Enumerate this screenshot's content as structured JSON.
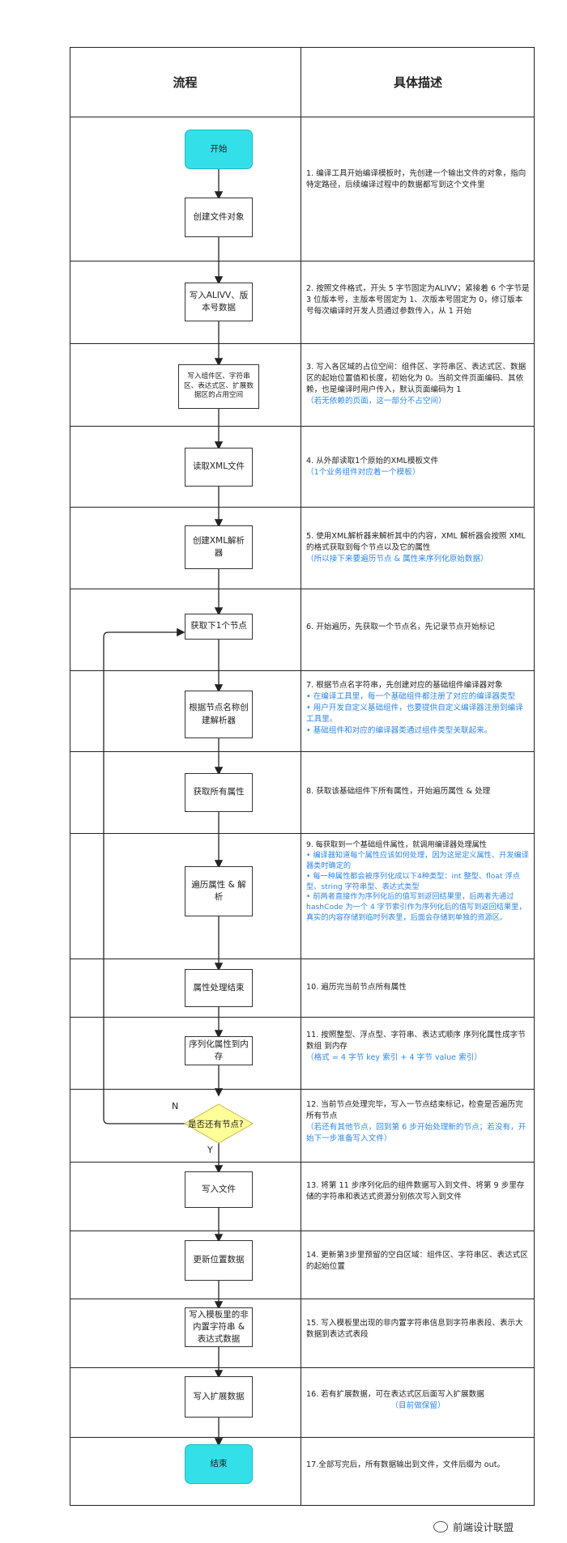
{
  "header": {
    "flow": "流程",
    "desc": "具体描述"
  },
  "nodes": {
    "start": "开始",
    "create_file": "创建文件对象",
    "write_version": "写入ALIVV、版本号数据",
    "write_placeholder": "写入组件区、字符串区、表达式区、扩展数据区的占用空间",
    "read_xml": "读取XML文件",
    "create_parser": "创建XML解析器",
    "get_next_node": "获取下1个节点",
    "create_compiler": "根据节点名称创建解析器",
    "get_attrs": "获取所有属性",
    "traverse_attrs": "遍历属性 & 解析",
    "attr_done": "属性处理结束",
    "serialize": "序列化属性到内存",
    "decision": "是否还有节点?",
    "write_file": "写入文件",
    "update_pos": "更新位置数据",
    "write_strings": "写入模板里的非内置字符串 & 表达式数据",
    "write_ext": "写入扩展数据",
    "end": "结束"
  },
  "labels": {
    "no": "N",
    "yes": "Y"
  },
  "steps": {
    "s1": {
      "text": "1. 编译工具开始编译模板时，先创建一个输出文件的对象，指向特定路径，后续编译过程中的数据都写到这个文件里"
    },
    "s2": {
      "text": "2. 按照文件格式，开头 5 字节固定为ALIVV；紧接着 6 个字节是 3 位版本号，主版本号固定为 1、次版本号固定为 0，修订版本号每次编译时开发人员通过参数传入，从 1 开始"
    },
    "s3": {
      "text": "3. 写入各区域的占位空间：组件区、字符串区、表达式区、数据区的起始位置值和长度，初始化为 0。当前文件页面编码、其依赖，也是编译时用户传入，默认页面编码为 1",
      "note": "（若无依赖的页面，这一部分不占空间）"
    },
    "s4": {
      "text": "4. 从外部读取1个原始的XML模板文件",
      "note": "（1个业务组件对应着一个模板）"
    },
    "s5": {
      "text": "5. 使用XML解析器来解析其中的内容，XML 解析器会按照 XML 的格式获取到每个节点以及它的属性",
      "note": "（所以接下来要遍历节点 & 属性来序列化原始数据）"
    },
    "s6": {
      "text": "6. 开始遍历，先获取一个节点名，先记录节点开始标记"
    },
    "s7": {
      "text": "7. 根据节点名字符串，先创建对应的基础组件编译器对象",
      "b1": "• 在编译工具里，每一个基础组件都注册了对应的编译器类型",
      "b2": "• 用户开发自定义基础组件，也要提供自定义编译器注册到编译工具里。",
      "b3": "• 基础组件和对应的编译器类通过组件类型关联起来。"
    },
    "s8": {
      "text": "8. 获取该基础组件下所有属性，开始遍历属性 & 处理"
    },
    "s9": {
      "text": "9. 每获取到一个基础组件属性，就调用编译器处理属性",
      "b1": "• 编译器知道每个属性应该如何处理，因为这是定义属性、开发编译器类时确定的",
      "b2": "• 每一种属性都会被序列化成以下4种类型：int 整型、float 浮点型、string 字符串型、表达式类型",
      "b3": "• 前两者直接作为序列化后的值写到返回结果里，后两者先通过 hashCode 为一个 4 字节索引作为序列化后的值写到返回结果里，真实的内容存储到临时列表里，后面会存储到单独的资源区。"
    },
    "s10": {
      "text": "10. 遍历完当前节点所有属性"
    },
    "s11": {
      "text": "11. 按照整型、浮点型、字符串、表达式顺序 序列化属性成字节数组 到内存",
      "note": "（格式 = 4 字节 key 索引 + 4 字节 value 索引）"
    },
    "s12": {
      "text": "12. 当前节点处理完毕，写入一节点结束标记，检查是否遍历完所有节点",
      "note": "（若还有其他节点，回到第 6 步开始处理新的节点；若没有，开始下一步准备写入文件）"
    },
    "s13": {
      "text": "13. 将第 11 步序列化后的组件数据写入到文件、将第 9 步里存储的字符串和表达式资源分别依次写入到文件"
    },
    "s14": {
      "text": "14. 更新第3步里预留的空白区域：组件区、字符串区、表达式区的起始位置"
    },
    "s15": {
      "text": "15. 写入模板里出现的非内置字符串信息到字符串表段、表示大数据到表达式表段"
    },
    "s16": {
      "text": "16. 若有扩展数据，可在表达式区后面写入扩展数据",
      "note": "（目前做保留）"
    },
    "s17": {
      "text": "17.全部写完后，所有数据输出到文件，文件后缀为 out。"
    }
  },
  "watermark": "前端设计联盟",
  "colors": {
    "terminal": "#33e0ea",
    "decision": "#ffff99",
    "note": "#2e86e8"
  }
}
